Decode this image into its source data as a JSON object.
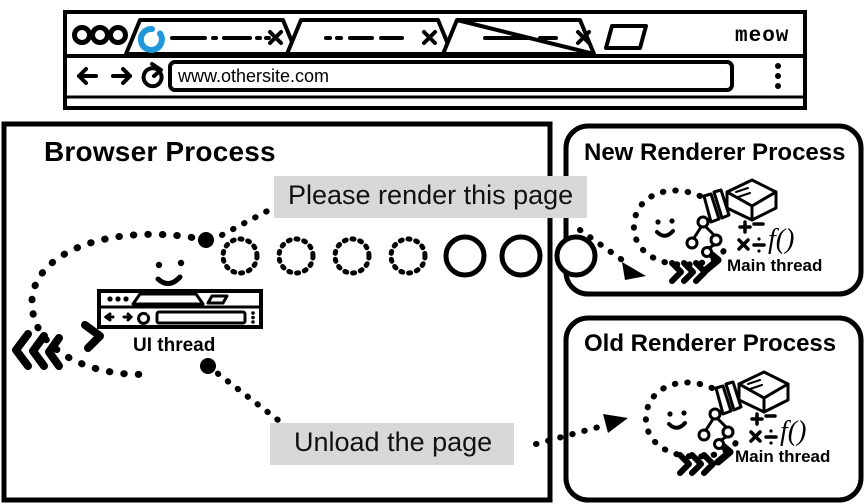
{
  "browser_window": {
    "name": "browser-chrome",
    "brand_label": "meow",
    "tabs": [
      {
        "name": "tab-active",
        "title": "",
        "loading": true,
        "spinner_color": "#2196d8",
        "close_label": "×"
      },
      {
        "name": "tab-second",
        "title": "",
        "loading": false,
        "close_label": "×"
      },
      {
        "name": "tab-third",
        "title": "",
        "loading": false,
        "close_label": "×"
      }
    ],
    "new_tab_label": "+",
    "toolbar": {
      "back_icon": "back-arrow-icon",
      "forward_icon": "forward-arrow-icon",
      "reload_icon": "reload-icon",
      "menu_icon": "three-dot-menu-icon",
      "address_value": "www.othersite.com"
    }
  },
  "panels": {
    "browser_process": {
      "title": "Browser Process",
      "thread_label": "UI thread",
      "thread_icon": "browser-window-icon",
      "face_icon": "smiley-face-icon",
      "speed_icon": "triple-chevron-icon"
    },
    "new_renderer": {
      "title": "New Renderer Process",
      "thread_label": "Main thread",
      "icons": [
        "book-icon",
        "pencils-icon",
        "dom-tree-icon",
        "math-symbols-icon",
        "function-icon",
        "smiley-face-icon",
        "triple-chevron-icon"
      ]
    },
    "old_renderer": {
      "title": "Old Renderer Process",
      "thread_label": "Main thread",
      "icons": [
        "book-icon",
        "pencils-icon",
        "dom-tree-icon",
        "math-symbols-icon",
        "function-icon",
        "smiley-face-icon",
        "triple-chevron-icon"
      ]
    }
  },
  "messages": [
    {
      "name": "render-request-label",
      "text": "Please render this page",
      "bg": "#d8d8d8"
    },
    {
      "name": "unload-request-label",
      "text": "Unload the page",
      "bg": "#d8d8d8"
    }
  ],
  "progress_circles": {
    "name": "progress-circle-row",
    "count": 7,
    "dotted_count": 4,
    "solid_count": 3
  },
  "colors": {
    "ink": "#000000",
    "paper": "#ffffff",
    "label_bg": "#d8d8d8",
    "spinner": "#2196d8"
  }
}
